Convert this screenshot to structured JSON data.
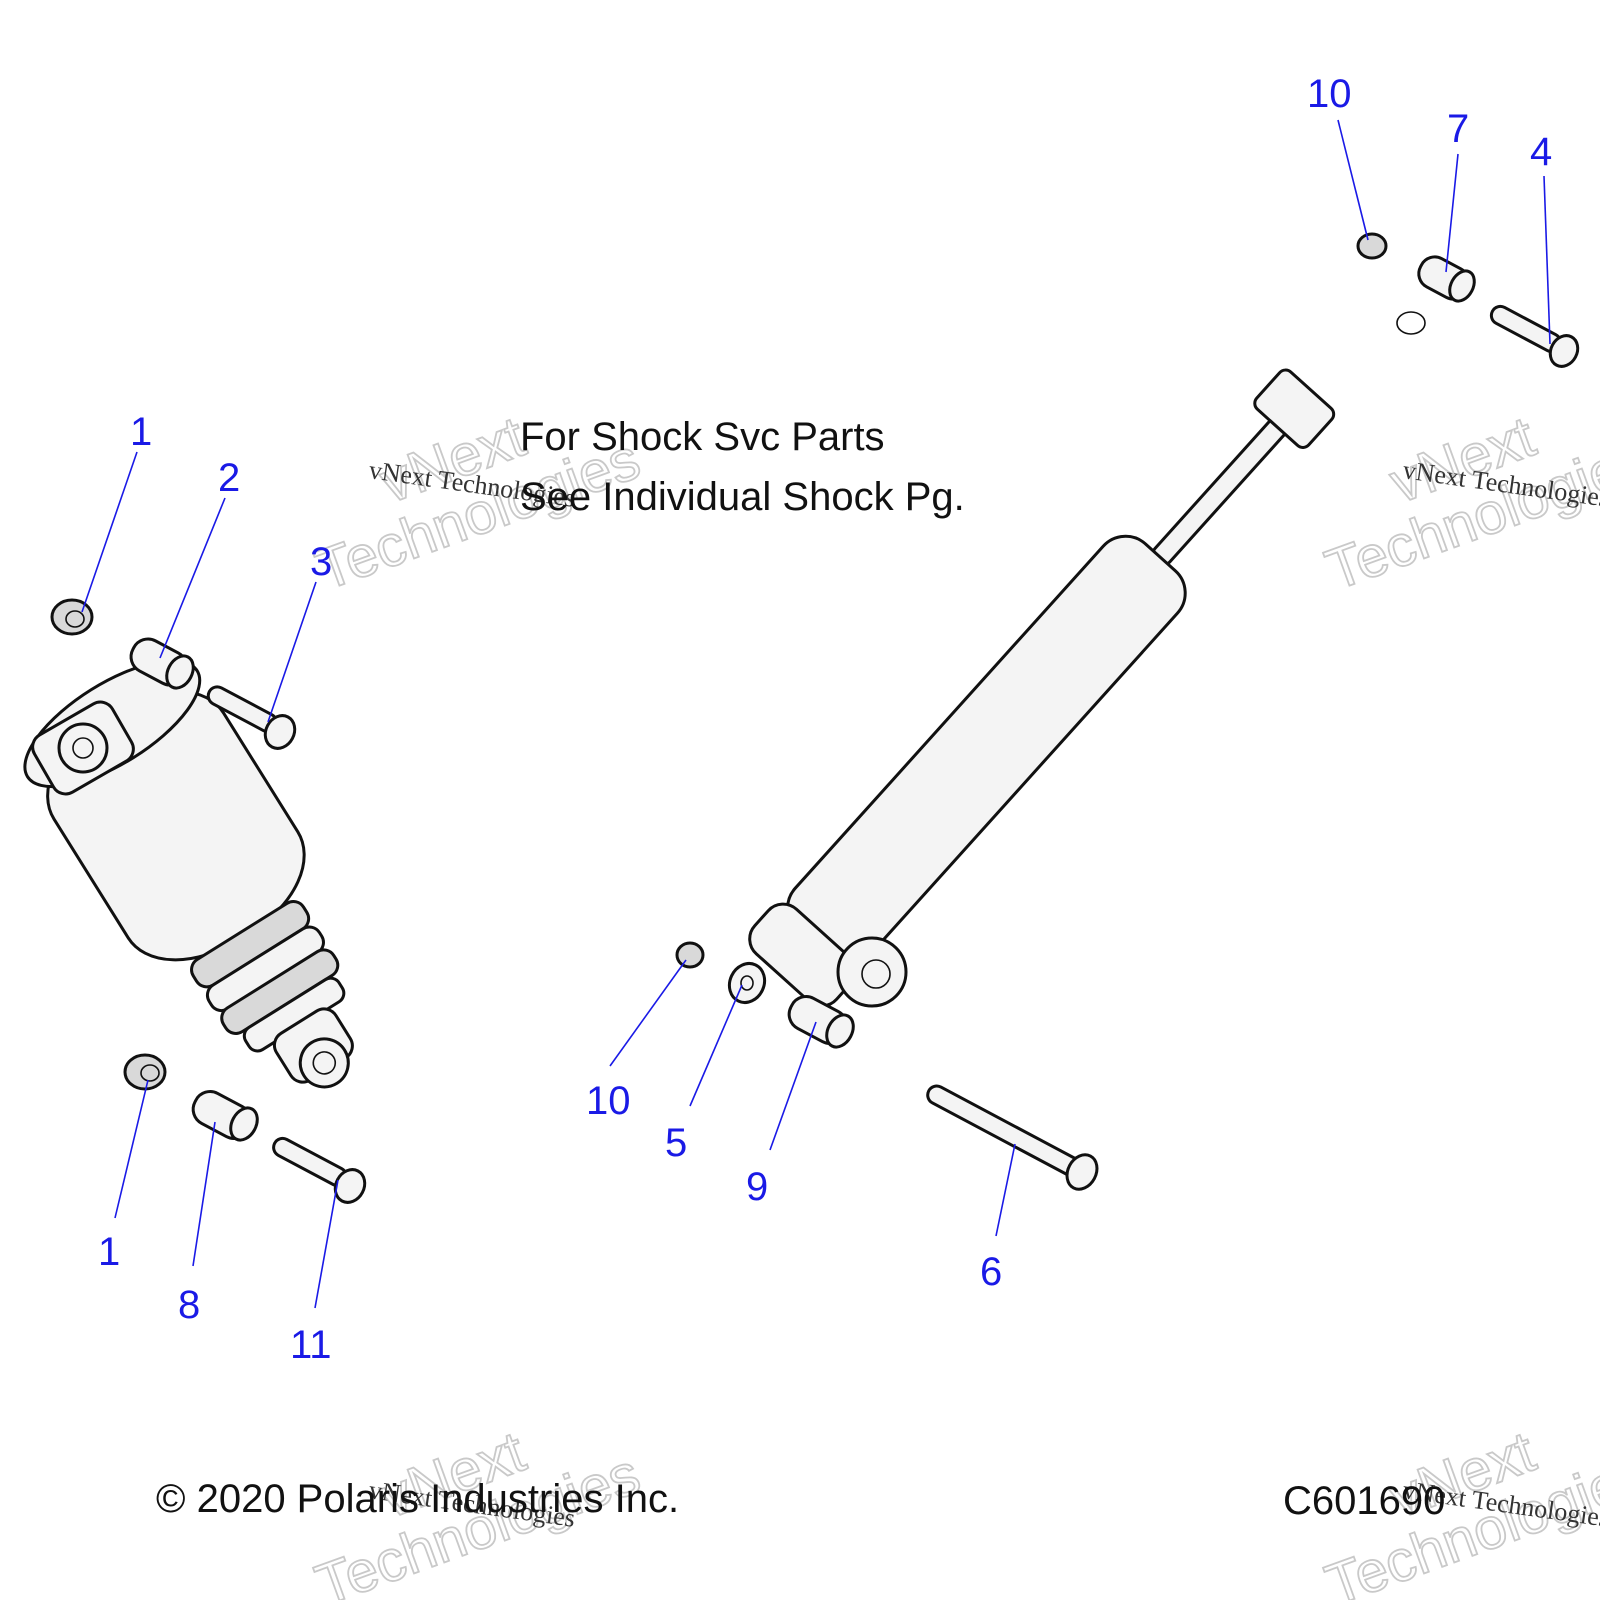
{
  "notes": {
    "line1": "For Shock Svc Parts",
    "line2": "See Individual Shock Pg."
  },
  "copyright": "© 2020 Polaris Industries Inc.",
  "figure_code": "C601690",
  "watermark": {
    "big_top": "vNext",
    "big_bottom": "Technologies",
    "small": "vNext Technologies"
  },
  "callouts": {
    "left_1_top": "1",
    "left_2": "2",
    "left_3": "3",
    "left_1_bottom": "1",
    "left_8": "8",
    "left_11": "11",
    "mid_10": "10",
    "mid_5": "5",
    "mid_9": "9",
    "mid_6": "6",
    "top_10": "10",
    "top_7": "7",
    "top_4": "4"
  },
  "colors": {
    "callout": "#1a1ae6",
    "line": "#111111"
  }
}
